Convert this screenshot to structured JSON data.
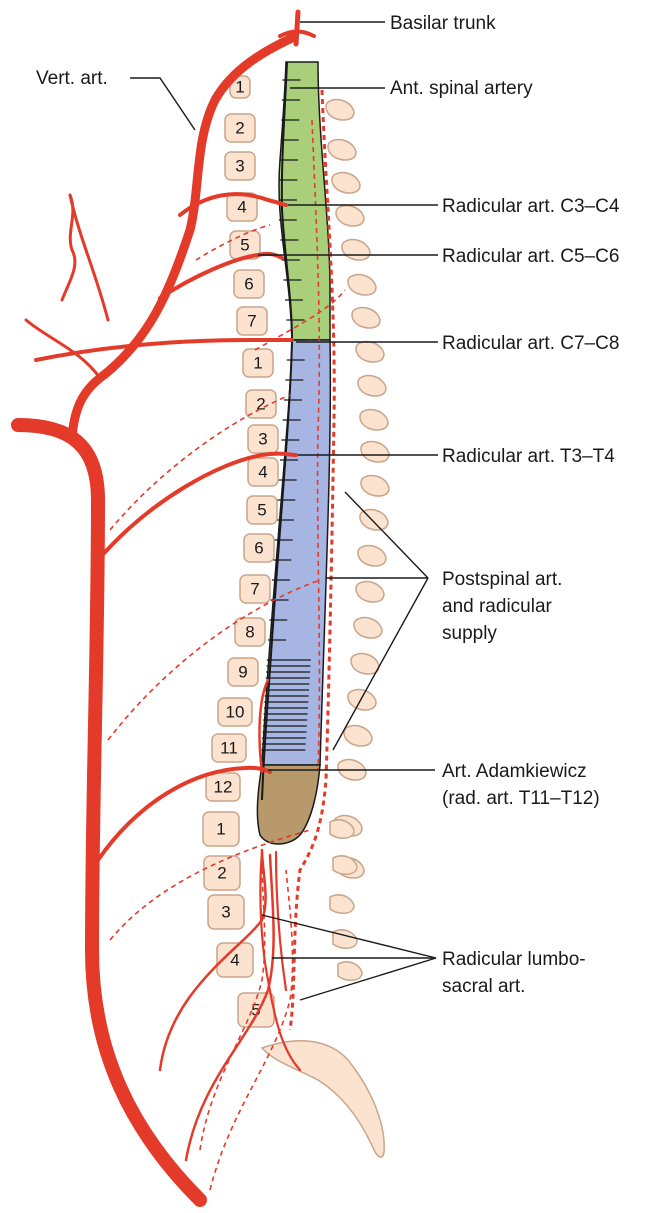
{
  "labels": {
    "basilar_trunk": "Basilar trunk",
    "vert_art": "Vert. art.",
    "ant_spinal_artery": "Ant. spinal artery",
    "radicular_c3_c4": "Radicular art. C3–C4",
    "radicular_c5_c6": "Radicular art. C5–C6",
    "radicular_c7_c8": "Radicular art. C7–C8",
    "radicular_t3_t4": "Radicular art. T3–T4",
    "postspinal_line1": "Postspinal art.",
    "postspinal_line2": "and radicular",
    "postspinal_line3": "supply",
    "adamkiewicz_line1": "Art. Adamkiewicz",
    "adamkiewicz_line2": "(rad. art. T11–T12)",
    "lumbosacral_line1": "Radicular lumbo-",
    "lumbosacral_line2": "sacral art."
  },
  "vertebrae": {
    "cervical": [
      "1",
      "2",
      "3",
      "4",
      "5",
      "6",
      "7"
    ],
    "thoracic": [
      "1",
      "2",
      "3",
      "4",
      "5",
      "6",
      "7",
      "8",
      "9",
      "10",
      "11",
      "12"
    ],
    "lumbar": [
      "1",
      "2",
      "3",
      "4",
      "5"
    ]
  },
  "colors": {
    "artery": "#e43a2a",
    "vertebra_fill": "#fbe3cf",
    "cervical_cord": "#a9cf7a",
    "thoracic_cord": "#a7b5e2",
    "conus": "#b7996c"
  }
}
